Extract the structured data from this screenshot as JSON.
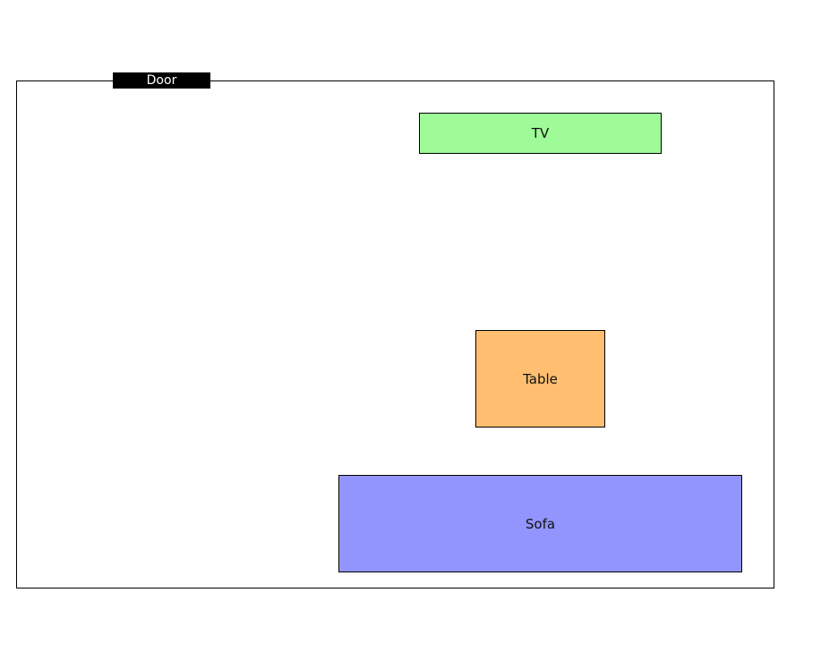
{
  "room": {
    "door": {
      "label": "Door",
      "color": "#000000"
    },
    "furniture": {
      "tv": {
        "label": "TV",
        "color": "#9efb98"
      },
      "table": {
        "label": "Table",
        "color": "#ffbe70"
      },
      "sofa": {
        "label": "Sofa",
        "color": "#9395ff"
      }
    }
  }
}
